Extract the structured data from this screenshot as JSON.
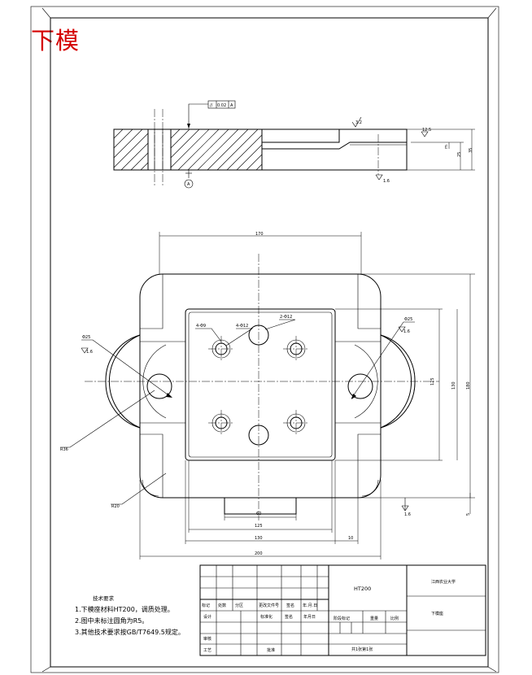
{
  "drawing_title": "下模",
  "section_view": {
    "tolerance_frame": {
      "symbol": "//",
      "value": "0.02",
      "datum": "A"
    },
    "datum_label": "A",
    "roughness": [
      "3.2",
      "12.5",
      "1.6"
    ],
    "dimensions": {
      "height_total": "35",
      "height_step": "25",
      "small": "m"
    }
  },
  "plan_view": {
    "dimensions": {
      "width_170": "170",
      "height_130": "130",
      "height_125": "125",
      "height_180": "180",
      "bottom_60": "60",
      "bottom_125": "125",
      "bottom_130": "130",
      "bottom_10": "10",
      "overall_200": "200",
      "right_5": "5"
    },
    "callouts": {
      "holes_4x_phi9": "4-Φ9",
      "holes_4x_phi12": "4-Φ12",
      "holes_2x_phi12": "2-Φ12",
      "phi25_left": "Φ25",
      "phi25_right": "Φ25",
      "radius_r36": "R36",
      "radius_r20": "R20",
      "roughness_left": "1.6",
      "roughness_right": "1.6",
      "roughness_bottom": "1.6"
    }
  },
  "tech_notes": {
    "heading": "技术要求",
    "items": [
      "1.下模座材料HT200，调质处理。",
      "2.图中未标注圆角为R5。",
      "3.其他技术要求按GB/T7649.5规定。"
    ]
  },
  "title_block": {
    "material": "HT200",
    "school": "江西农业大学",
    "part_name": "下模座",
    "header_row": [
      "标记",
      "处数",
      "分区",
      "更改文件号",
      "签名",
      "年.月.日"
    ],
    "row_labels": [
      "设计",
      "标准化",
      "签名",
      "年月日"
    ],
    "stage_labels": [
      "阶段标记",
      "重量",
      "比例"
    ],
    "review": "审核",
    "process": "工艺",
    "approve": "批准",
    "sheet": "共1张第1张"
  }
}
